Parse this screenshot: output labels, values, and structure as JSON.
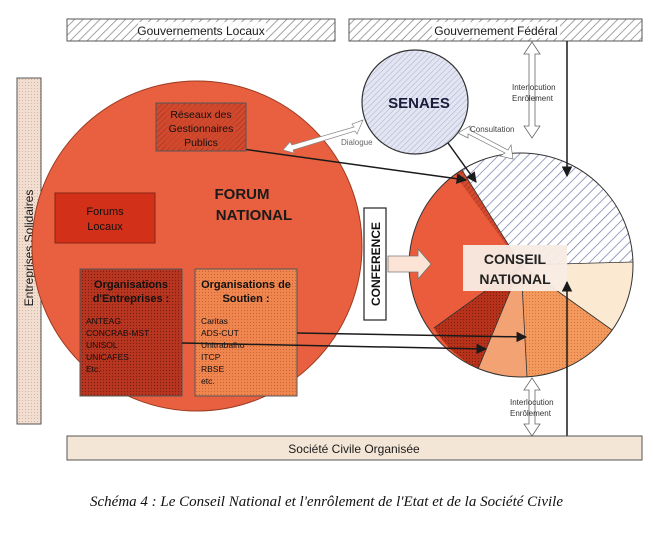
{
  "diagram": {
    "top_left_bar": "Gouvernements Locaux",
    "top_right_bar": "Gouvernement Fédéral",
    "bottom_bar": "Société Civile Organisée",
    "side_bar": "Entreprises Solidaires",
    "senaes": "SENAES",
    "forum_line1": "FORUM",
    "forum_line2": "NATIONAL",
    "reseaux_line1": "Réseaux des",
    "reseaux_line2": "Gestionnaires",
    "reseaux_line3": "Publics",
    "forums_line1": "Forums",
    "forums_line2": "Locaux",
    "org_ent_title1": "Organisations",
    "org_ent_title2": "d'Entreprises :",
    "org_ent_items": [
      "ANTEAG",
      "CONCRAB-MST",
      "UNISOL",
      "UNICAFES",
      "Etc."
    ],
    "org_sout_title1": "Organisations de",
    "org_sout_title2": "Soutien :",
    "org_sout_items": [
      "Caritas",
      "ADS-CUT",
      "Unitrabalho",
      "ITCP",
      "RBSE",
      "etc."
    ],
    "conference": "CONFERENCE",
    "conseil_line1": "CONSEIL",
    "conseil_line2": "NATIONAL",
    "dialogue": "Dialogue",
    "consultation": "Consultation",
    "interlocution_top_1": "Interlocution",
    "interlocution_top_2": "Enrôlement",
    "interlocution_bottom_1": "Interlocution",
    "interlocution_bottom_2": "Enrôlement",
    "caption": "Schéma 4 : Le Conseil National et l'enrôlement de l'Etat et de la Société Civile"
  },
  "colors": {
    "forum": "#e8603f",
    "dark_box": "#d2311c",
    "soutien": "#f08a54",
    "bar_fill": "#f4e6d6",
    "senaes_fill": "#dfe2f0",
    "hatch": "#6f78a8"
  }
}
